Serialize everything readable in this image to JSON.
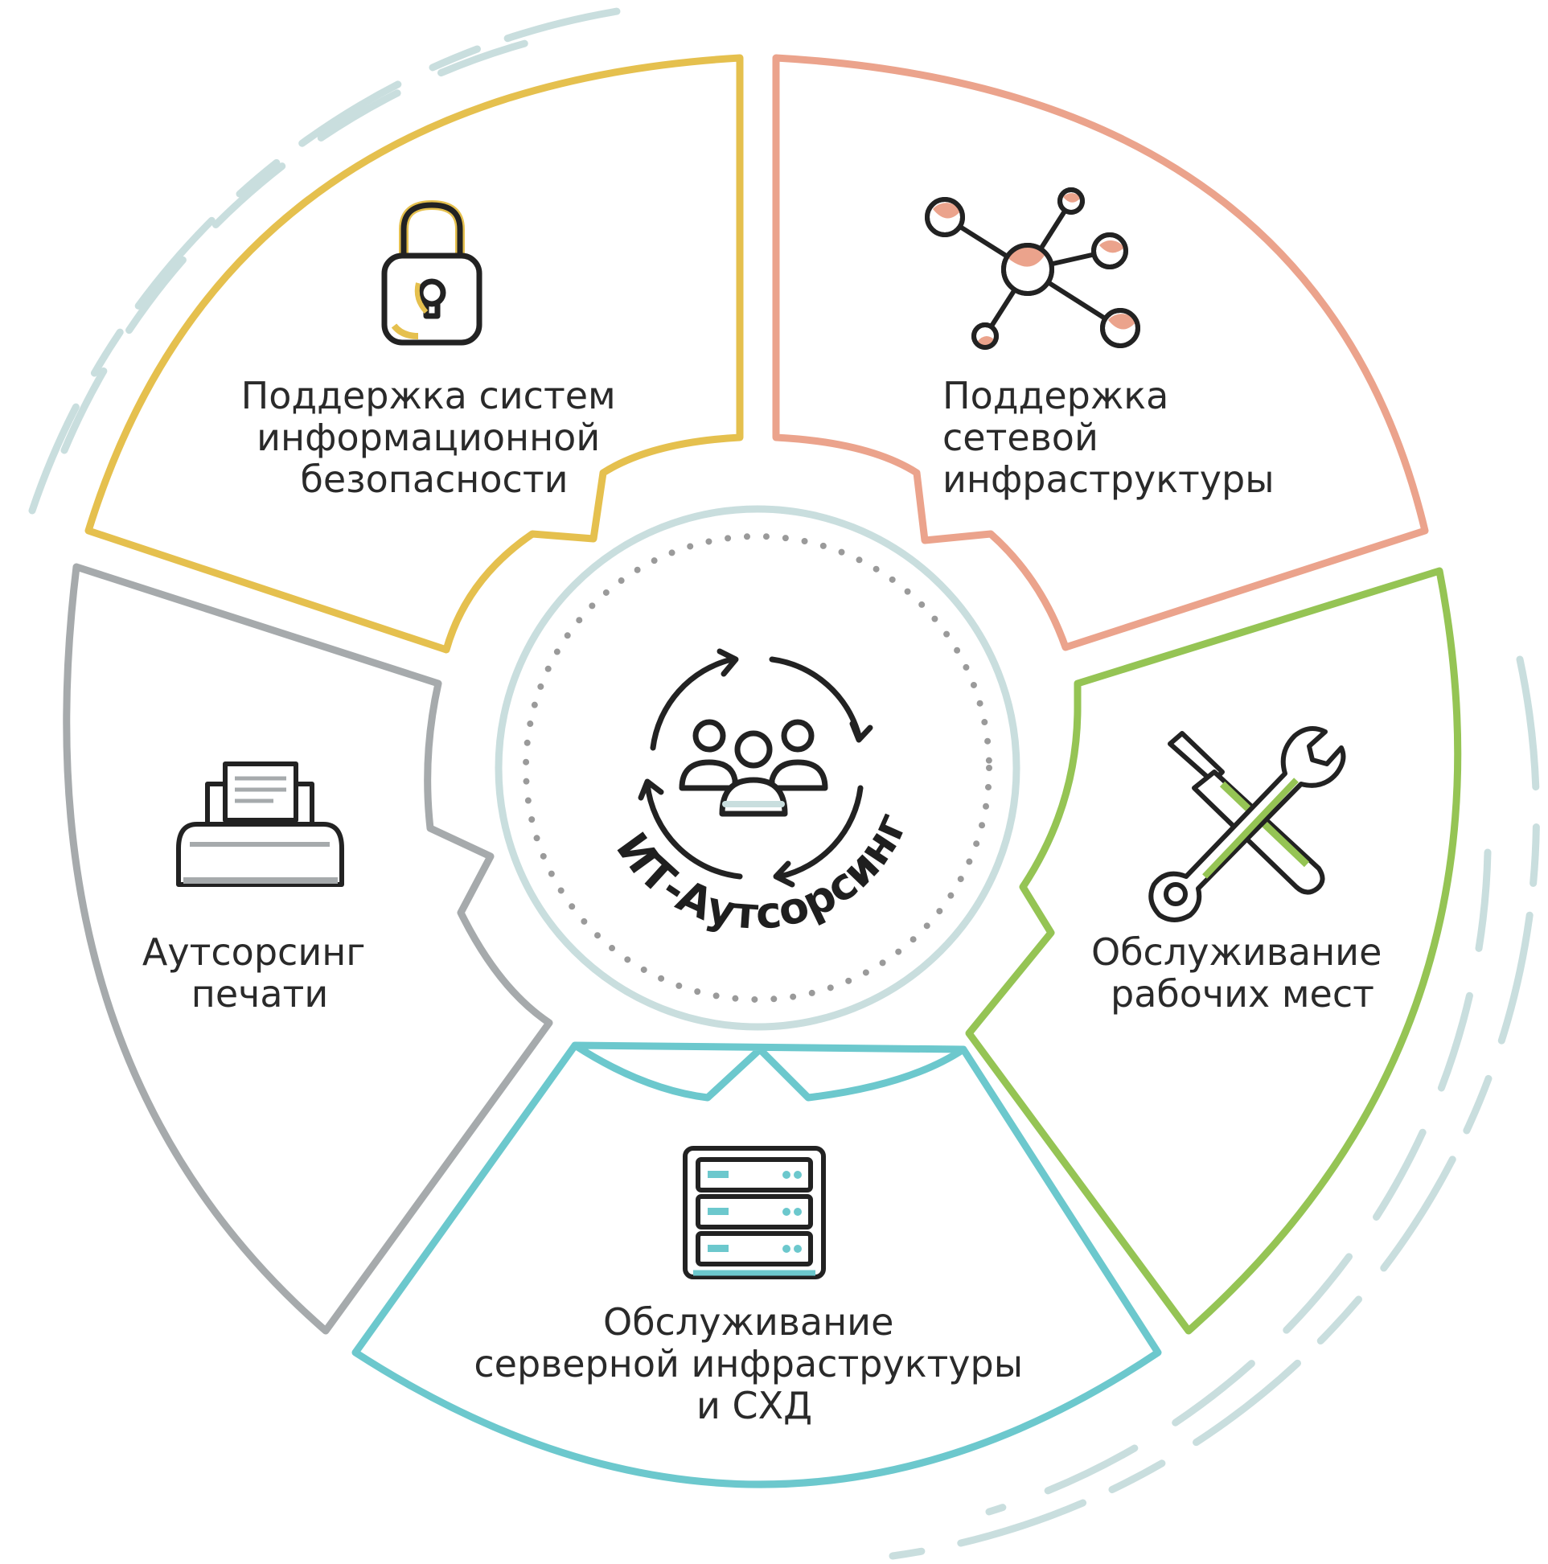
{
  "diagram": {
    "center": {
      "title": "ИТ-Аутсорсинг",
      "icon": "team-cycle-icon"
    },
    "segments": [
      {
        "id": "security",
        "label_lines": [
          "Поддержка систем",
          "информационной",
          "безопасности"
        ],
        "color": "#E5C04E",
        "icon": "padlock-icon"
      },
      {
        "id": "network",
        "label_lines": [
          "Поддержка",
          "сетевой",
          "инфраструктуры"
        ],
        "color": "#EBA38C",
        "icon": "network-nodes-icon"
      },
      {
        "id": "workplaces",
        "label_lines": [
          "Обслуживание",
          "рабочих мест"
        ],
        "color": "#95C454",
        "icon": "wrench-screwdriver-icon"
      },
      {
        "id": "servers",
        "label_lines": [
          "Обслуживание",
          "серверной инфраструктуры",
          "и СХД"
        ],
        "color": "#6CC8CD",
        "icon": "server-rack-icon"
      },
      {
        "id": "printing",
        "label_lines": [
          "Аутсорсинг",
          "печати"
        ],
        "color": "#A6AAAC",
        "icon": "printer-icon"
      }
    ],
    "colors": {
      "outline": "#222222",
      "ring": "#C9DEDE",
      "dots": "#9A9A9A"
    }
  }
}
